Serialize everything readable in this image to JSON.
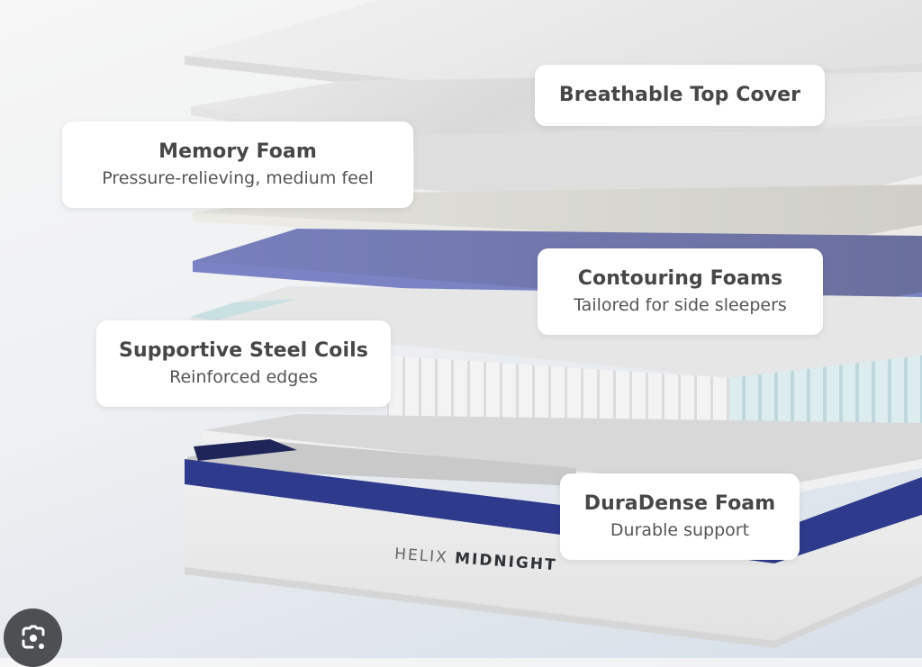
{
  "image": {
    "description": "Exploded layer diagram of a mattress",
    "brand": {
      "prefix": "HELIX",
      "name": "MIDNIGHT"
    }
  },
  "labels": [
    {
      "title": "Breathable Top Cover",
      "subtitle": ""
    },
    {
      "title": "Memory Foam",
      "subtitle": "Pressure-relieving, medium feel"
    },
    {
      "title": "Contouring Foams",
      "subtitle": "Tailored for side sleepers"
    },
    {
      "title": "Supportive Steel Coils",
      "subtitle": "Reinforced edges"
    },
    {
      "title": "DuraDense Foam",
      "subtitle": "Durable support"
    }
  ],
  "colors": {
    "navy_band": "#2e3a8c",
    "purple_foam": "#6d74b3",
    "coil_edge_blue": "#cfe6ea",
    "card_bg": "#ffffff",
    "text": "#474747"
  },
  "overlay": {
    "lens_button_icon": "visual-search-icon"
  }
}
